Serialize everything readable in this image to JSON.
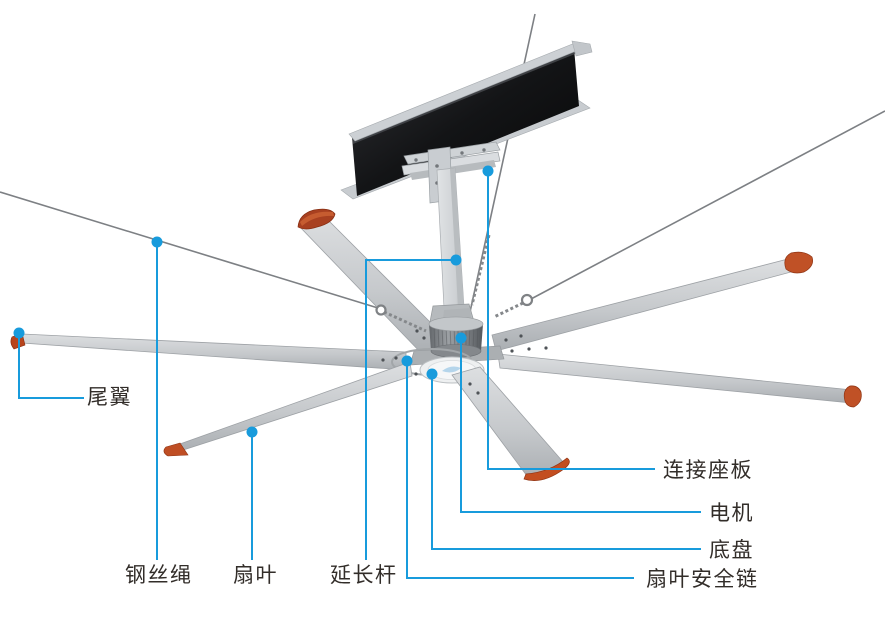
{
  "diagram": {
    "labels": {
      "tail_wing": "尾翼",
      "wire_rope": "钢丝绳",
      "fan_blade": "扇叶",
      "extension_rod": "延长杆",
      "connection_plate": "连接座板",
      "motor": "电机",
      "chassis": "底盘",
      "blade_safety_chain": "扇叶安全链"
    },
    "colors": {
      "accent_blue": "#189bdc",
      "beam_black": "#141517",
      "steel_gray": "#c6c9cc",
      "blade_tip_orange": "#bf4e24",
      "cable_gray": "#7d8084",
      "label_text": "#322d29",
      "background": "#ffffff"
    }
  }
}
